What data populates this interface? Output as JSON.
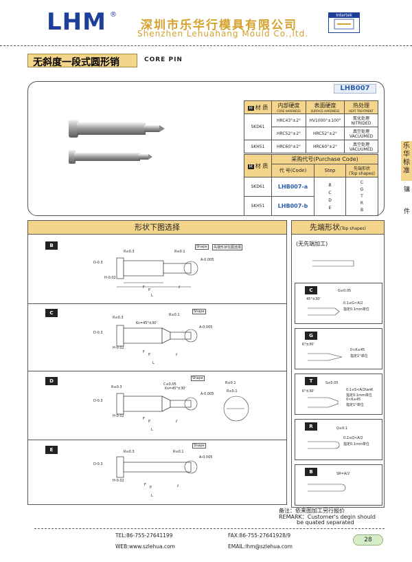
{
  "header": {
    "logo_text": "LHM",
    "logo_mark": "®",
    "company_cn": "深圳市乐华行模具有限公司",
    "company_en": "Shenzhen Lehuahang Mould Co.,ltd.",
    "cert_label": "Intertek"
  },
  "section_title": {
    "cn": "无斜度一段式圆形销",
    "en": "CORE PIN"
  },
  "product_code": "LHB007",
  "material_table": {
    "m_label": "M",
    "material_label": "材 质",
    "core_hardness": "内部硬度",
    "core_hardness_en": "CORE HARDNESS",
    "surface_hardness": "表面硬度",
    "surface_hardness_en": "SURFACE HARDNESS",
    "heat_treatment": "热处理",
    "heat_treatment_en": "HEAT TREATMENT",
    "rows": [
      {
        "material": "SKD61",
        "core": "HRC43°±2°",
        "surface": "HV1000°±100°",
        "treat": "氮化处理",
        "treat_en": "NITRIDED"
      },
      {
        "material": "",
        "core": "HRC52°±2°",
        "surface": "HRC52°±2°",
        "treat": "真空处理",
        "treat_en": "VACUUMED"
      },
      {
        "material": "SKH51",
        "core": "HRC60°±2°",
        "surface": "HRC60°±2°",
        "treat": "真空处理",
        "treat_en": "VACUUMED"
      }
    ]
  },
  "order_table": {
    "m_label": "M",
    "material_label": "材 质",
    "order_code": "采购代号(Purchase Code)",
    "code_label": "代 号(Code)",
    "step_label": "Step",
    "tip_label": "先端形状",
    "tip_label_en": "(Top shapes)",
    "rows": [
      {
        "material": "SKD61",
        "code": "LHB007-a"
      },
      {
        "material": "SKH51",
        "code": "LHB007-b"
      }
    ],
    "steps": "B C D E",
    "tips": "C G T R B"
  },
  "side_tab": {
    "text": "乐华标准",
    "text2": "镶",
    "text3": "件"
  },
  "left_panel": {
    "title": "形状下图选择",
    "rows": [
      {
        "tag": "B",
        "r1": "R≤0.3",
        "r2": "R≤0.1",
        "shape": "Shape",
        "shape_note": "先端形状在图选择",
        "dim_f": "F",
        "dim_l": "L",
        "dim_h": "H-0.02",
        "dim_p": "P",
        "dim_ell": "ℓ",
        "dim_d": "D-0.3",
        "dim_a": "A-0.005"
      },
      {
        "tag": "C",
        "r1": "R≤0.3",
        "r2": "R≤0.1",
        "ks": "Ks=45°±30'",
        "shape": "Shape",
        "dim_f": "F",
        "dim_l": "L",
        "dim_h": "H-0.02",
        "dim_p": "P",
        "dim_ell": "ℓ",
        "dim_d": "D-0.3",
        "dim_a": "A-0.005"
      },
      {
        "tag": "D",
        "r1": "R≤0.3",
        "r2": "R≤0.1",
        "r3": "R≤0.1",
        "c": "C≤0.05",
        "ks": "Ks=45°±30'",
        "shape": "Shape",
        "dim_f": "F",
        "dim_l": "L",
        "dim_h": "H-0.02",
        "dim_p": "P",
        "dim_ell": "ℓ",
        "dim_d": "D-0.3",
        "dim_a": "A-0.005"
      },
      {
        "tag": "E",
        "r1": "R≤0.3",
        "r2": "R≤0.1",
        "shape": "Shape",
        "dim_f": "F",
        "dim_l": "L",
        "dim_h": "H-0.02",
        "dim_p": "P",
        "dim_ell": "ℓ",
        "dim_d": "D-0.3",
        "dim_a": "A-0.005"
      }
    ]
  },
  "right_panel": {
    "title": "先端形状",
    "title_en": "(Top shapes)",
    "none_label": "(无先端加工)",
    "tips": [
      {
        "tag": "C",
        "note1": "G≤0.05",
        "note2": "45°±30'",
        "note3": "0.1≤G<A/2",
        "note4": "指定0.1mm单位"
      },
      {
        "tag": "G",
        "note1": "K°±30'",
        "note3": "0<K≤45",
        "note4": "指定1°单位"
      },
      {
        "tag": "T",
        "note1": "S≤0.05",
        "note2": "K°±30'",
        "note3": "0.1≤S<A/2tanK",
        "note4": "指定0.1mm单位",
        "note5": "0<K≤45",
        "note6": "指定1°单位"
      },
      {
        "tag": "R",
        "note1": "Q≤0.1",
        "note3": "0.2≤Q<A/2",
        "note4": "指定0.1mm单位"
      },
      {
        "tag": "B",
        "note1": "SR=A/2"
      }
    ]
  },
  "remark": {
    "cn": "备注：依来图加工另行报价",
    "en1": "REMARK：Customer's degin should",
    "en2": "be quated separated"
  },
  "footer": {
    "tel": "TEL:86-755-27641199",
    "fax": "FAX:86-755-27641928/9",
    "web": "WEB:www.szlehua.com",
    "email": "EMAIL:lhm@szlehua.com",
    "page": "28"
  }
}
